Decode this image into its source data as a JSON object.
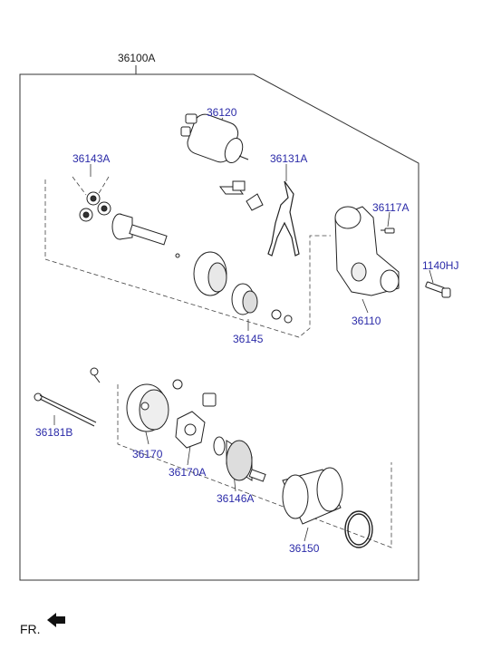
{
  "diagram": {
    "assembly_label": "36100A",
    "front_indicator": "FR.",
    "colors": {
      "part_number": "#2a2aa8",
      "assembly_number": "#1a1a1a",
      "line": "#333333"
    },
    "parts": {
      "solenoid": "36120",
      "lever": "36131A",
      "pinion_gears": "36143A",
      "bolt_small": "36117A",
      "mount_bolt": "1140HJ",
      "front_housing": "36110",
      "overrunning_clutch": "36145",
      "through_bolt": "36181B",
      "rear_cover": "36170",
      "brush_holder": "36170A",
      "armature": "36146A",
      "yoke": "36150"
    }
  }
}
